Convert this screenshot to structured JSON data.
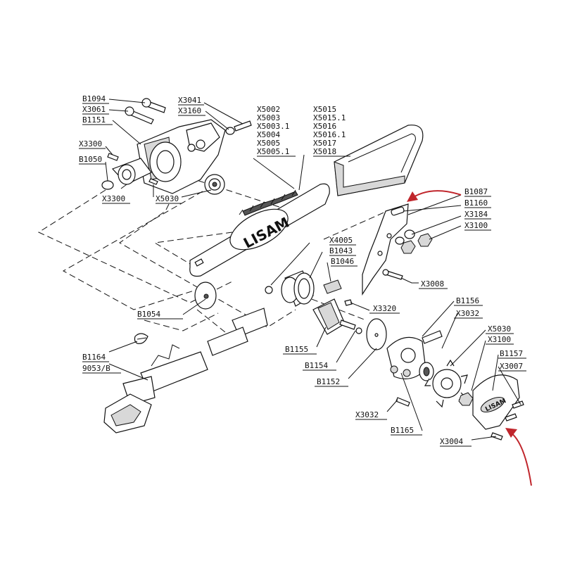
{
  "diagram": {
    "brand_logo": "LISAM",
    "accent_color": "#c0262c",
    "labels": {
      "b1094": "B1094",
      "x3061": "X3061",
      "b1151": "B1151",
      "x3300_top": "X3300",
      "b1050": "B1050",
      "x3300_bottom": "X3300",
      "x5030_top": "X5030",
      "x3041": "X3041",
      "x3160": "X3160",
      "x5002": "X5002",
      "x5003": "X5003",
      "x5003_1": "X5003.1",
      "x5004": "X5004",
      "x5005": "X5005",
      "x5005_1": "X5005.1",
      "x5015": "X5015",
      "x5015_1": "X5015.1",
      "x5016": "X5016",
      "x5016_1": "X5016.1",
      "x5017": "X5017",
      "x5018": "X5018",
      "b1087": "B1087",
      "b1160": "B1160",
      "x3184": "X3184",
      "x3100_top": "X3100",
      "x4005": "X4005",
      "b1043": "B1043",
      "b1046": "B1046",
      "x3008": "X3008",
      "b1054": "B1054",
      "x3320": "X3320",
      "b1156": "B1156",
      "x3032_top": "X3032",
      "x5030_bottom": "X5030",
      "x3100_bottom": "X3100",
      "b1157": "B1157",
      "x3007": "X3007",
      "b1164": "B1164",
      "n9053b": "9053/B",
      "b1155": "B1155",
      "b1154": "B1154",
      "b1152": "B1152",
      "x3032_bottom": "X3032",
      "b1165": "B1165",
      "x3004": "X3004"
    }
  }
}
